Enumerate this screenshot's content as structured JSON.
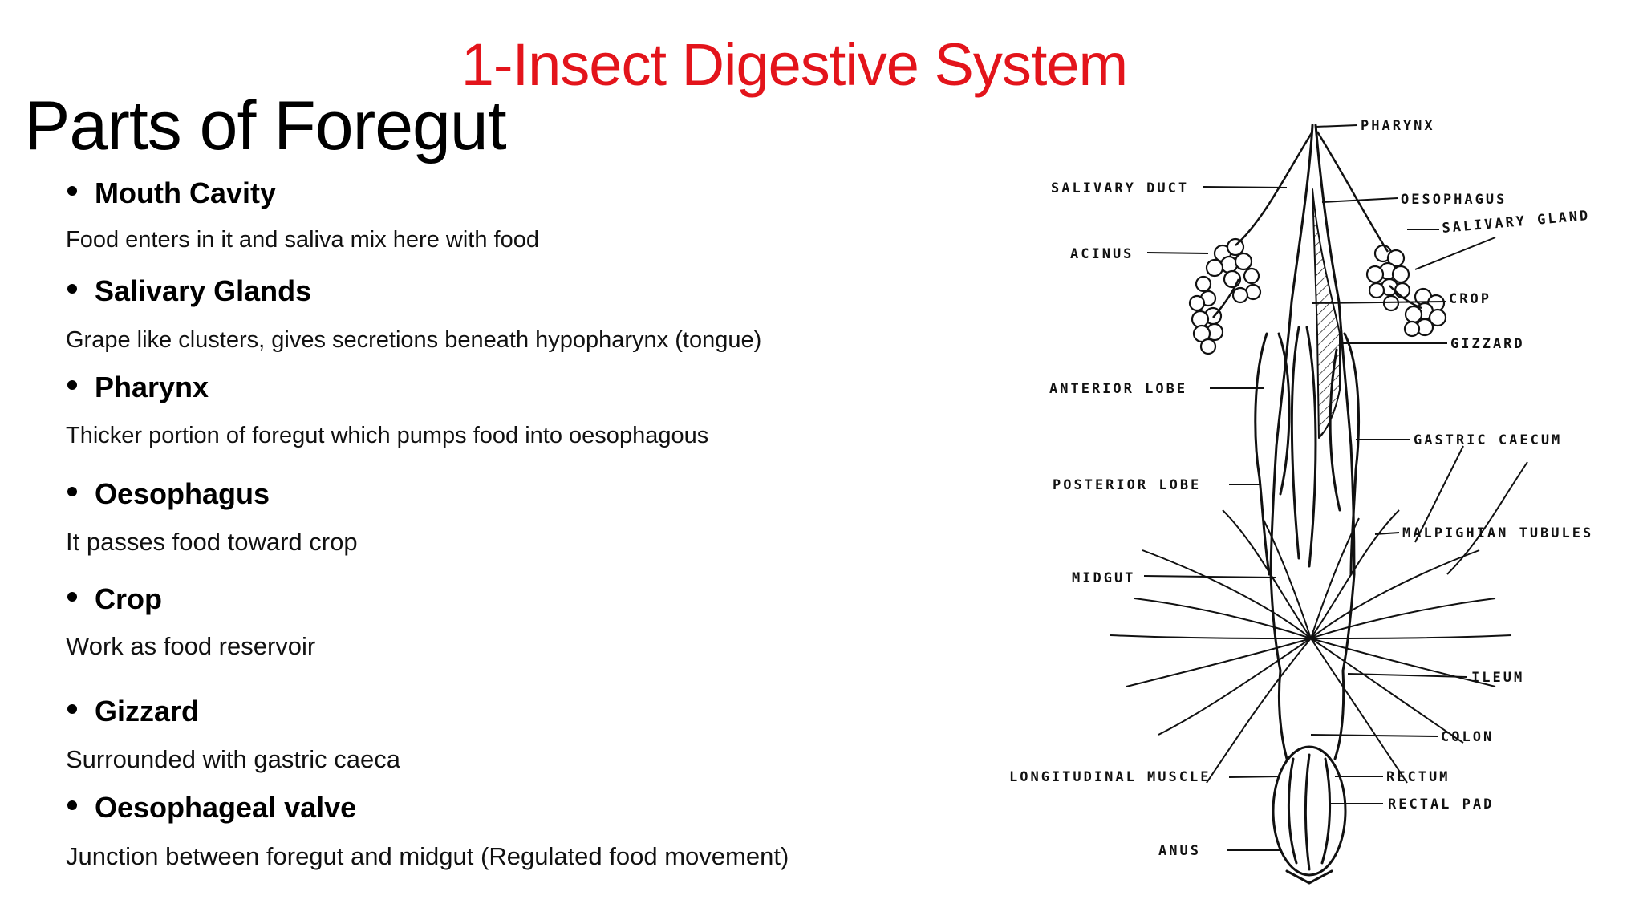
{
  "slide": {
    "title": "1-Insect Digestive System",
    "heading": "Parts of Foregut"
  },
  "items": [
    {
      "title": "Mouth Cavity",
      "desc": "Food enters in it and saliva mix here with food"
    },
    {
      "title": "Salivary Glands",
      "desc": "Grape like clusters, gives secretions beneath hypopharynx (tongue)"
    },
    {
      "title": "Pharynx",
      "desc": "Thicker portion of foregut which pumps food into oesophagous"
    },
    {
      "title": "Oesophagus",
      "desc": "It passes food toward crop"
    },
    {
      "title": "Crop",
      "desc": "Work as food reservoir"
    },
    {
      "title": "Gizzard",
      "desc": "Surrounded with gastric caeca"
    },
    {
      "title": "Oesophageal valve",
      "desc": "Junction between foregut and midgut (Regulated food movement)"
    }
  ],
  "diagram": {
    "labels": {
      "pharynx": "PHARYNX",
      "salivary_duct": "SALIVARY DUCT",
      "oesophagus": "OESOPHAGUS",
      "salivary_gland": "SALIVARY GLAND",
      "acinus": "ACINUS",
      "crop": "CROP",
      "gizzard": "GIZZARD",
      "anterior_lobe": "ANTERIOR LOBE",
      "gastric_caecum": "GASTRIC CAECUM",
      "posterior_lobe": "POSTERIOR LOBE",
      "malpighian_tubules": "MALPIGHIAN TUBULES",
      "midgut": "MIDGUT",
      "ileum": "ILEUM",
      "colon": "COLON",
      "longitudinal_muscle": "LONGITUDINAL MUSCLE",
      "rectum": "RECTUM",
      "rectal_pad": "RECTAL PAD",
      "anus": "ANUS"
    }
  }
}
